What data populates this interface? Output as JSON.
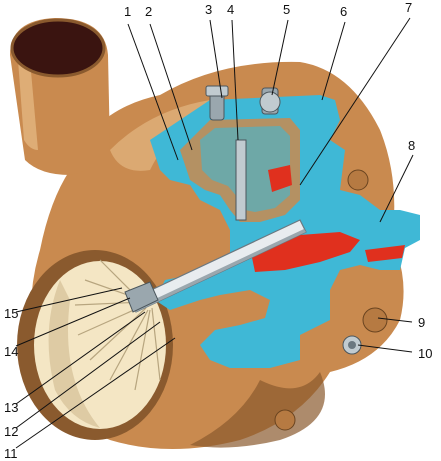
{
  "colors": {
    "housing": "#c98a4f",
    "housing_dark": "#8a5a2e",
    "housing_light": "#e0b07a",
    "section_cyan": "#3fb8d6",
    "section_cyan_dark": "#1f7f9c",
    "oil_red": "#e0301e",
    "inlet_interior": "#f4e6c4",
    "pipe_end_dark": "#3a1410",
    "leader_line": "#111111"
  },
  "callouts": [
    {
      "id": "c1",
      "text": "1"
    },
    {
      "id": "c2",
      "text": "2"
    },
    {
      "id": "c3",
      "text": "3"
    },
    {
      "id": "c4",
      "text": "4"
    },
    {
      "id": "c5",
      "text": "5"
    },
    {
      "id": "c6",
      "text": "6"
    },
    {
      "id": "c7",
      "text": "7"
    },
    {
      "id": "c8",
      "text": "8"
    },
    {
      "id": "c9",
      "text": "9"
    },
    {
      "id": "c10",
      "text": "10"
    },
    {
      "id": "c11",
      "text": "11"
    },
    {
      "id": "c12",
      "text": "12"
    },
    {
      "id": "c13",
      "text": "13"
    },
    {
      "id": "c14",
      "text": "14"
    },
    {
      "id": "c15",
      "text": "15"
    }
  ]
}
